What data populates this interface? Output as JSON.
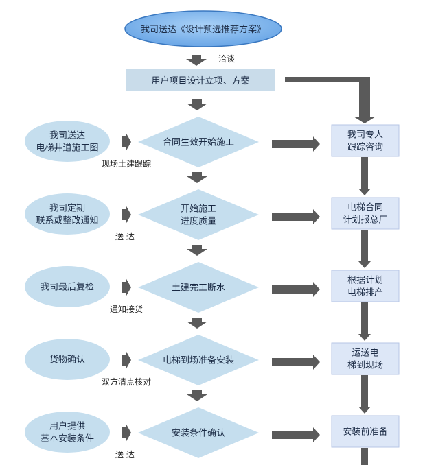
{
  "top_oval": "我司送达《设计预选推荐方案》",
  "negotiation": "洽谈",
  "project_box": "用户项目设计立项、方案",
  "rows": [
    {
      "left_lines": [
        "我司送达",
        "电梯井道施工图"
      ],
      "diamond_lines": [
        "合同生效开始施工"
      ],
      "right_lines": [
        "我司专人",
        "跟踪咨询"
      ],
      "note": "现场土建跟踪"
    },
    {
      "left_lines": [
        "我司定期",
        "联系或整改通知"
      ],
      "diamond_lines": [
        "开始施工",
        "进度质量"
      ],
      "right_lines": [
        "电梯合同",
        "计划报总厂"
      ],
      "note": "送 达"
    },
    {
      "left_lines": [
        "我司最后复检"
      ],
      "diamond_lines": [
        "土建完工断水"
      ],
      "right_lines": [
        "根据计划",
        "电梯排产"
      ],
      "note": "通知接货"
    },
    {
      "left_lines": [
        "货物确认"
      ],
      "diamond_lines": [
        "电梯到场准备安装"
      ],
      "right_lines": [
        "运送电",
        "梯到现场"
      ],
      "note": "双方清点核对"
    },
    {
      "left_lines": [
        "用户提供",
        "基本安装条件"
      ],
      "diamond_lines": [
        "安装条件确认"
      ],
      "right_lines": [
        "安装前准备"
      ],
      "note": "送 达"
    }
  ],
  "colors": {
    "oval_fill": "#7fb6ec",
    "oval_edge": "#3a78c0",
    "box_fill": "#c9dcea",
    "left_oval_fill": "#c5deee",
    "diamond_fill": "#c5deee",
    "right_box_fill": "#dde7f7",
    "right_box_edge": "#b6c6e6",
    "arrow": "#5a5a5a"
  }
}
